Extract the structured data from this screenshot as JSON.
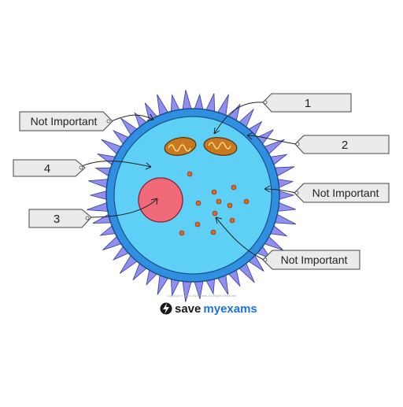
{
  "labels": {
    "label_1": "1",
    "label_2": "2",
    "label_3": "3",
    "label_4": "4",
    "top_left": "Not Important",
    "right_middle": "Not Important",
    "bottom_right": "Not Important"
  },
  "footer": {
    "copyright": "Copyright © Save My Exams. All Rights Reserved",
    "brand_save": "save",
    "brand_my": "my",
    "brand_exams": "exams"
  },
  "colors": {
    "outer_layer": "#2f8fe0",
    "cytoplasm": "#5fd0f5",
    "projections": "#8f8ff0",
    "nucleus": "#f06a7a",
    "mitochondria": "#c8791f",
    "granules": "#e8641e",
    "brand_blue": "#1a73e8"
  },
  "icons": [
    "lightning-bolt-icon"
  ]
}
